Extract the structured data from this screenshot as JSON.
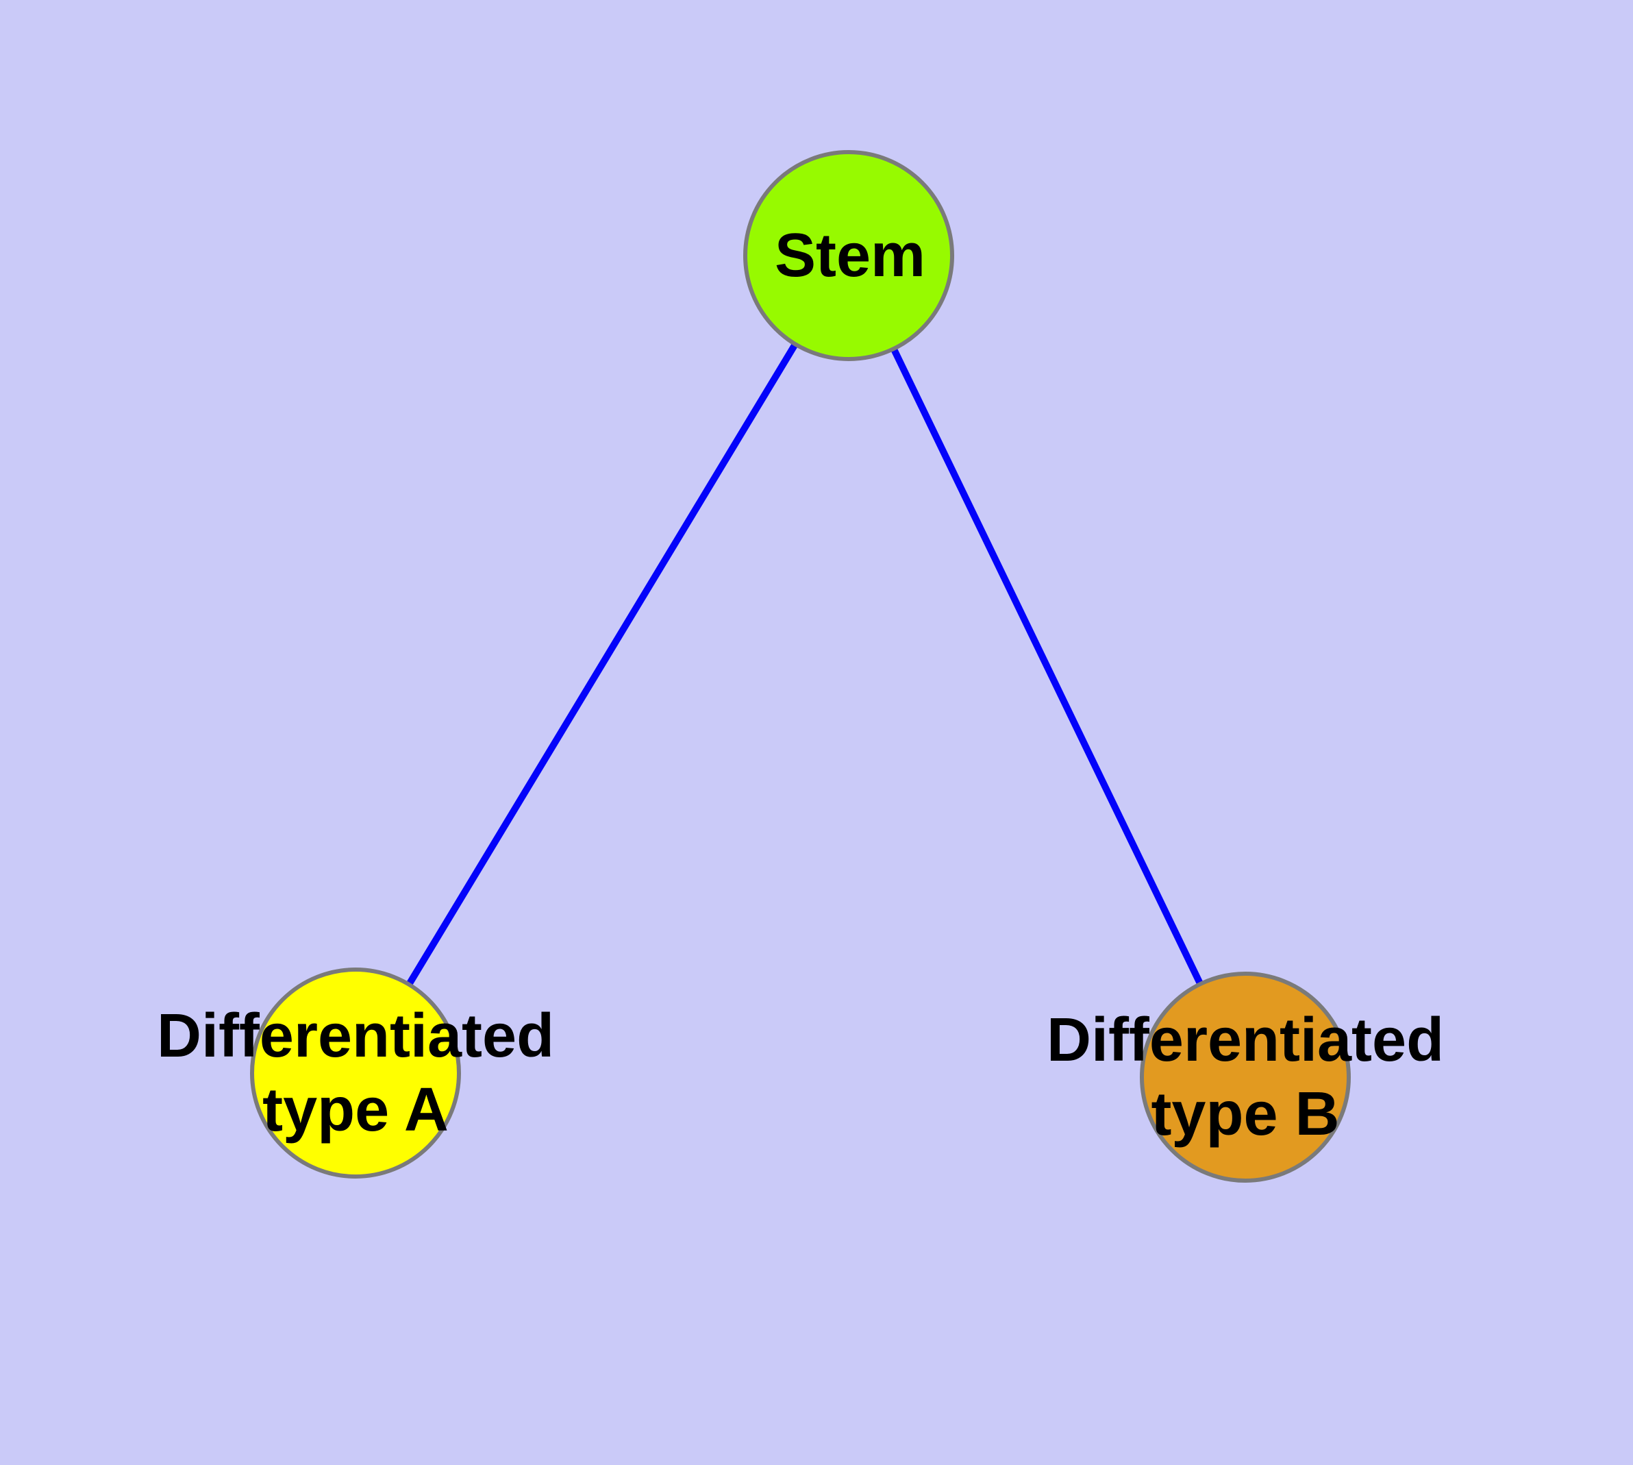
{
  "diagram": {
    "background_color": "#cacaf8",
    "edge_color": "#0303fa",
    "node_border_color": "#7a7a7a",
    "text_color": "#000000",
    "nodes": [
      {
        "id": "stem",
        "label": "Stem",
        "fill_color": "#97fa00"
      },
      {
        "id": "differentiated-type-a",
        "label_line1": "Differentiated",
        "label_line2": "type A",
        "fill_color": "#ffff00"
      },
      {
        "id": "differentiated-type-b",
        "label_line1": "Differentiated",
        "label_line2": "type B",
        "fill_color": "#e29a20"
      }
    ],
    "edges": [
      {
        "from": "Stem",
        "to": "Differentiated type A"
      },
      {
        "from": "Stem",
        "to": "Differentiated type B"
      }
    ]
  }
}
